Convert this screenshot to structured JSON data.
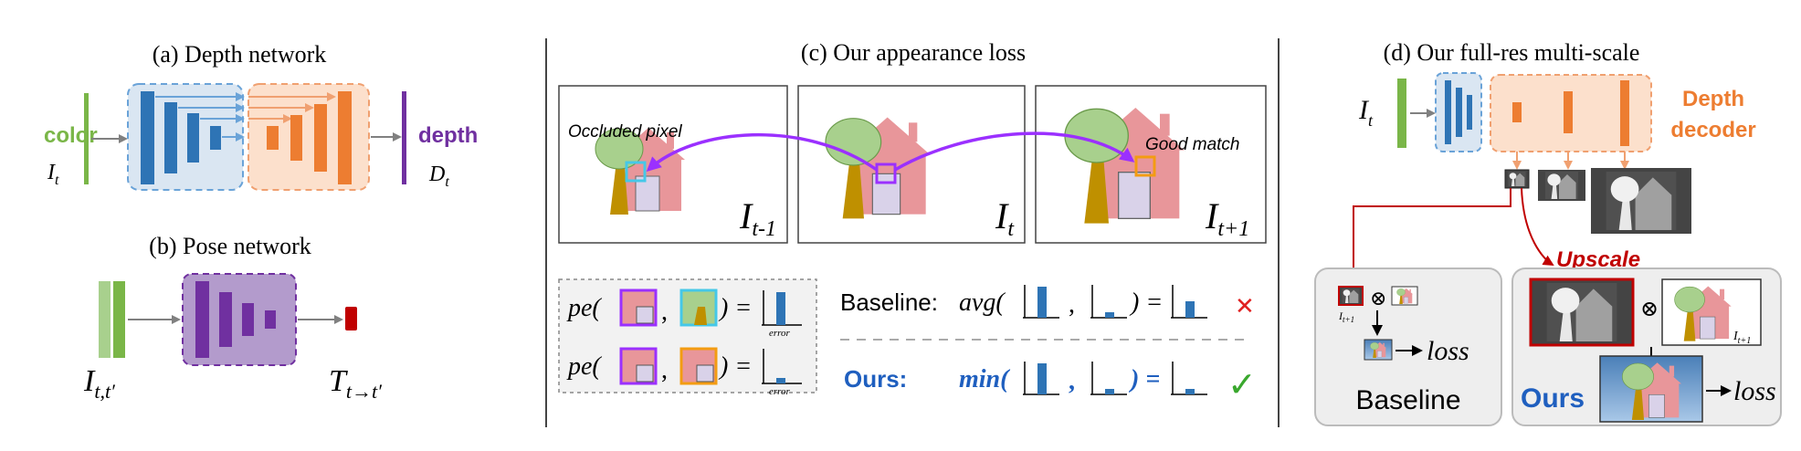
{
  "panel_a": {
    "title": "(a) Depth network",
    "input_label": "color",
    "input_symbol": "I",
    "input_sub": "t",
    "output_label": "depth",
    "output_symbol": "D",
    "output_sub": "t"
  },
  "panel_b": {
    "title": "(b) Pose network",
    "input_symbol": "I",
    "input_sub": "t,t′",
    "output_symbol": "T",
    "output_sub": "t→t′"
  },
  "panel_c": {
    "title": "(c) Our appearance loss",
    "occluded_label": "Occluded pixel",
    "good_match_label": "Good match",
    "frame_labels": [
      {
        "symbol": "I",
        "sub": "t-1"
      },
      {
        "symbol": "I",
        "sub": "t"
      },
      {
        "symbol": "I",
        "sub": "t+1"
      }
    ],
    "pe_label": "pe(",
    "comma": ",",
    "close_eq": ") =",
    "error_label": "error",
    "baseline_label": "Baseline:",
    "baseline_func": "avg(",
    "ours_label": "Ours:",
    "ours_func": "min(",
    "close_paren_eq": ") =",
    "cross_mark": "✕",
    "check_mark": "✓"
  },
  "panel_d": {
    "title": "(d) Our full-res multi-scale",
    "input_symbol": "I",
    "input_sub": "t",
    "decoder_label_1": "Depth",
    "decoder_label_2": "decoder",
    "upscale_label": "Upscale",
    "baseline_box_label": "Baseline",
    "ours_box_label": "Ours",
    "loss_label": "loss",
    "otimes": "⊗",
    "small_sub_symbol": "I",
    "small_sub": "t+1"
  },
  "colors": {
    "green": "#7ab648",
    "blue": "#2e74b5",
    "light_blue_bg": "#dae6f2",
    "arrow_blue": "#6aa3d8",
    "orange": "#ed7d31",
    "light_orange_bg": "#fce0cc",
    "purple": "#7030a0",
    "light_purple_bg": "#b39bcc",
    "dark_red": "#c00000",
    "cyan": "#45c8e8",
    "match_orange": "#f39c12",
    "arc_purple": "#9b30ff",
    "house_pink": "#e8969a",
    "tree_green": "#a8d08d",
    "trunk": "#bf9000",
    "door": "#d9d2e9",
    "ours_blue": "#1f5fbf",
    "check_green": "#3aa82e",
    "cross_red": "#e02020"
  }
}
